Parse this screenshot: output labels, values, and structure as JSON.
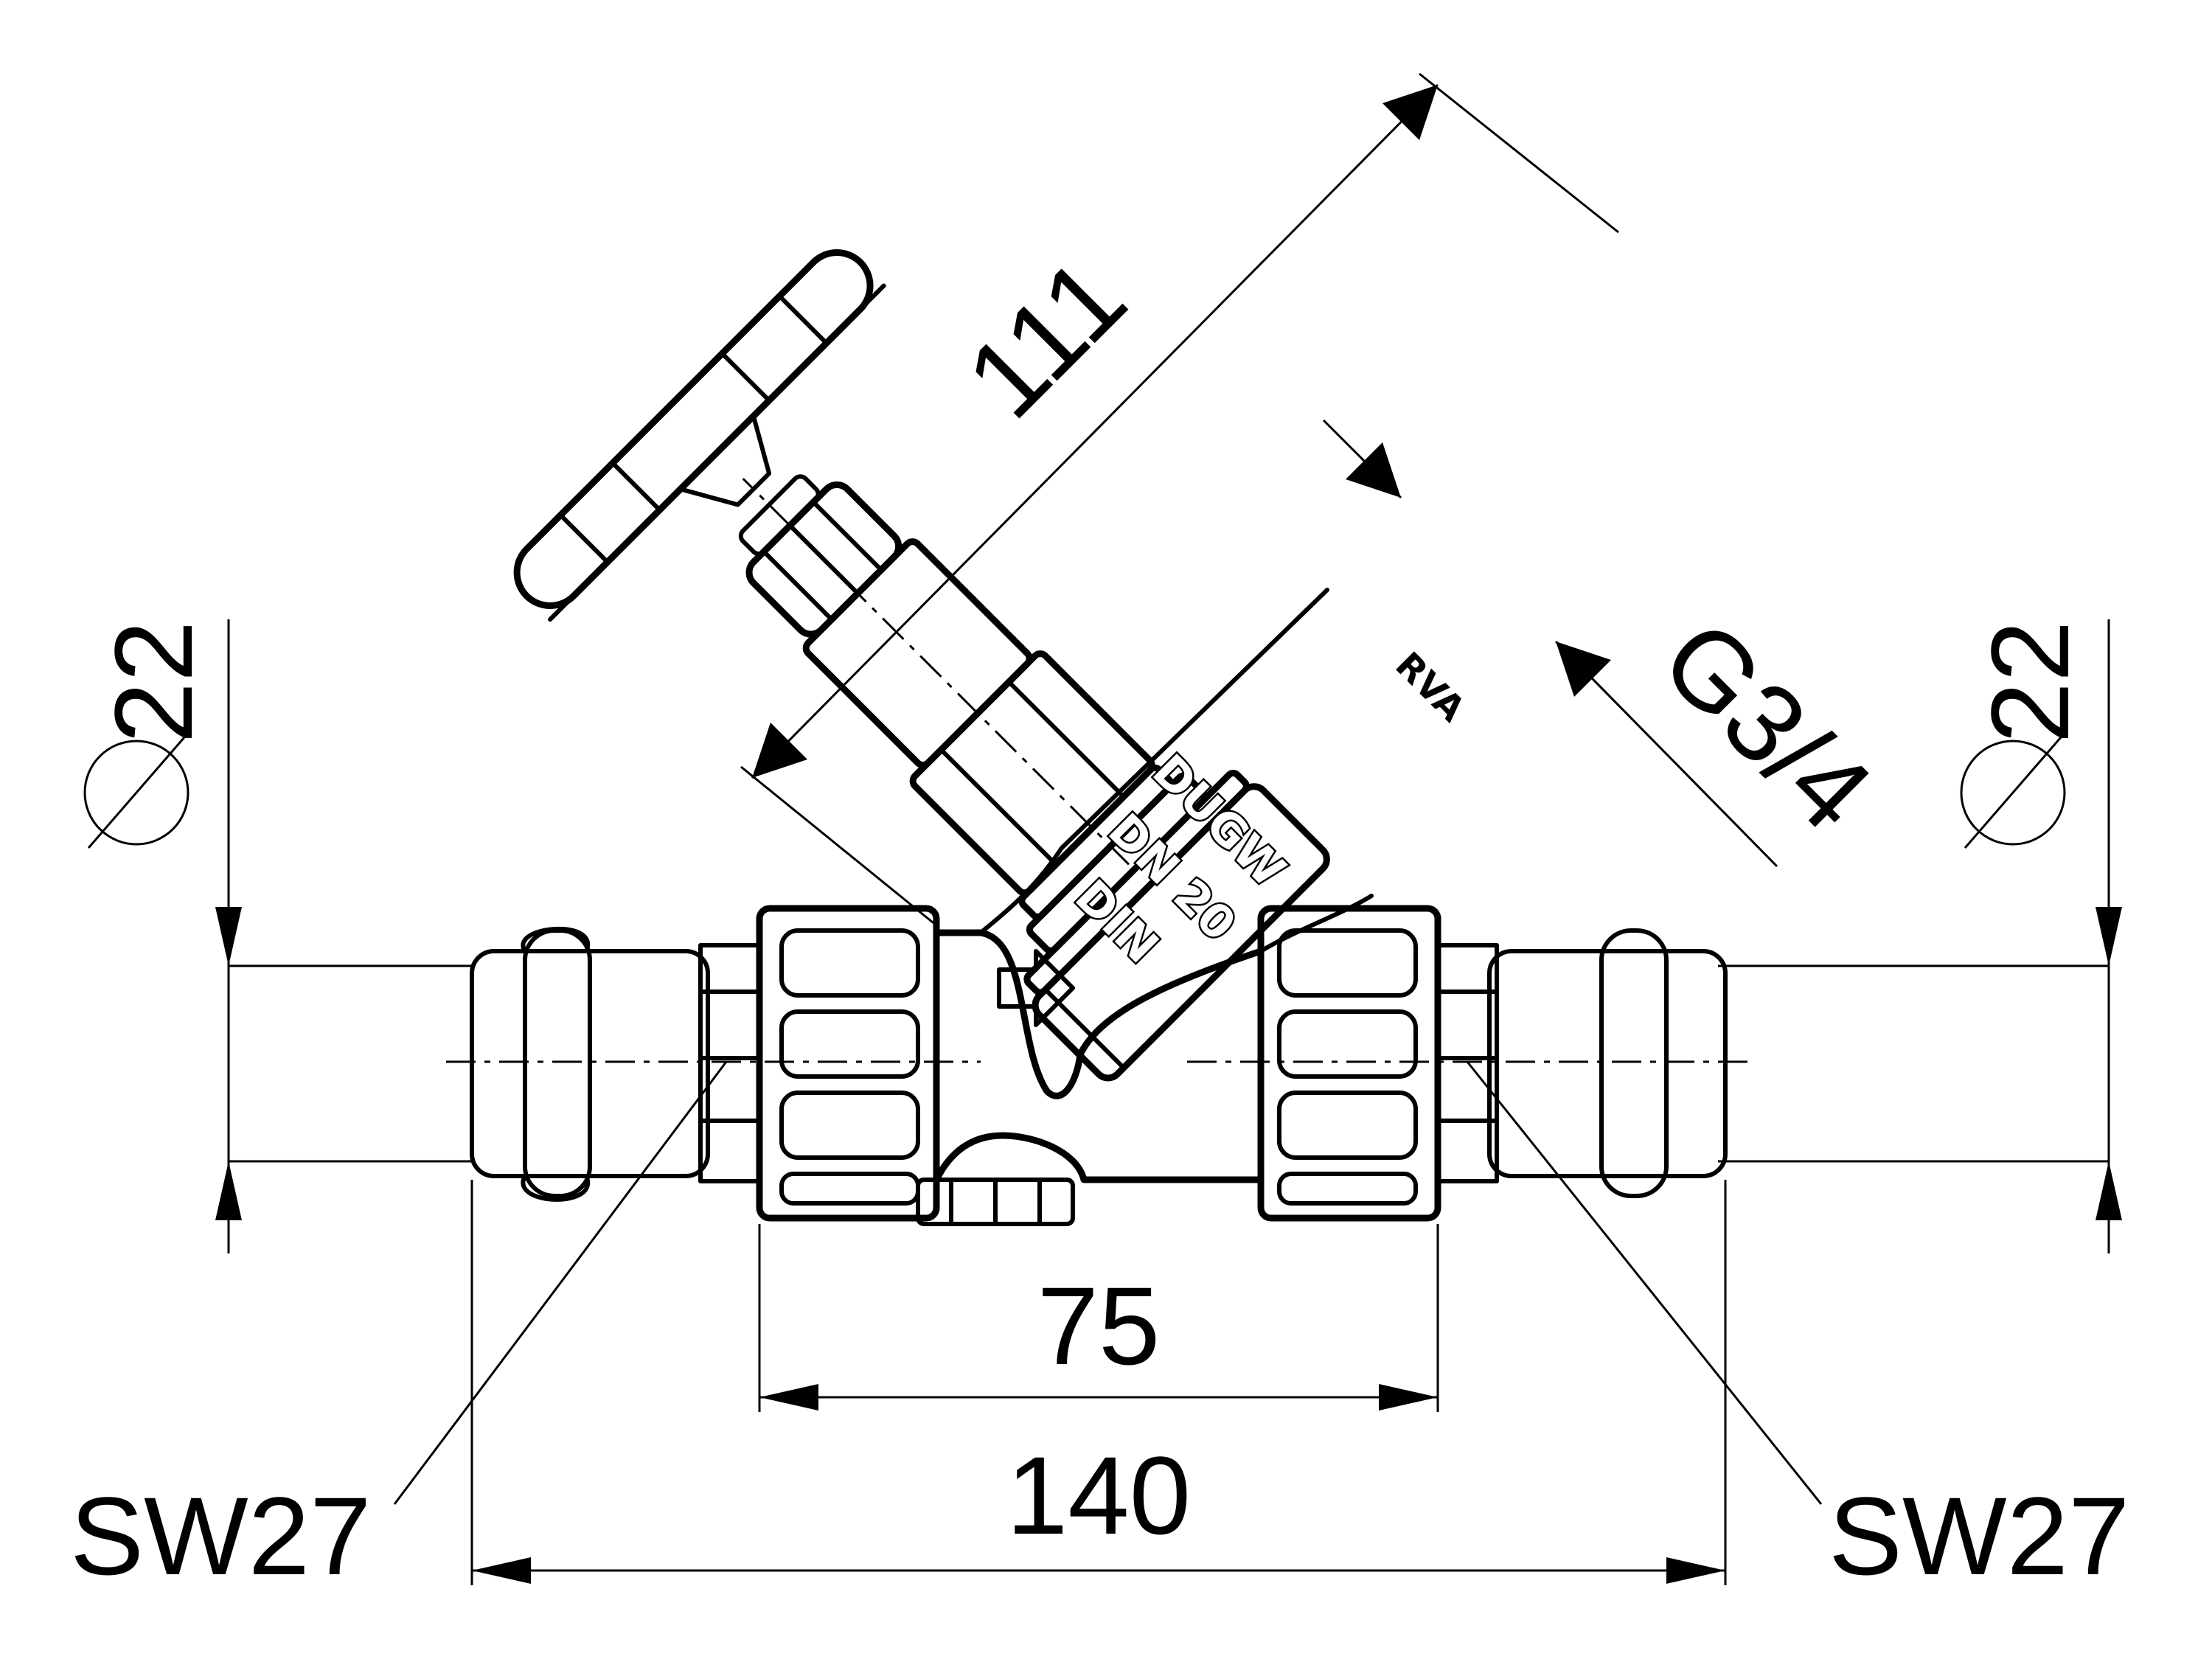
{
  "dimensions": {
    "stem_length": "111",
    "thread": "G3/4",
    "pipe_dia_left": "22",
    "pipe_dia_right": "22",
    "body_length": "75",
    "overall_length": "140",
    "wrench_left": "SW27",
    "wrench_right": "SW27"
  },
  "markings": {
    "bonnet": "RVA",
    "line1": "DUGW",
    "line2": "DN 20",
    "line3": "DIN"
  }
}
